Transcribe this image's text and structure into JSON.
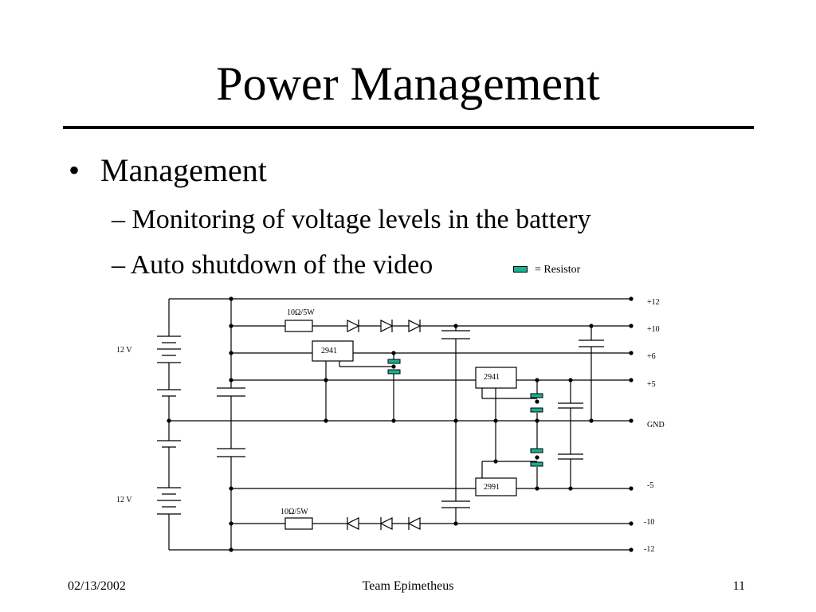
{
  "slide": {
    "title": "Power Management",
    "bullet": "Management",
    "sub_bullets": [
      "– Monitoring of voltage levels in the battery",
      "– Auto shutdown of the video"
    ],
    "legend": "= Resistor",
    "footer": {
      "date": "02/13/2002",
      "team": "Team Epimetheus",
      "page": "11"
    }
  },
  "circuit": {
    "battery_labels": [
      "12 V",
      "12 V"
    ],
    "rail_labels": [
      "+12",
      "+10",
      "+6",
      "+5",
      "GND",
      "-5",
      "-10",
      "-12"
    ],
    "chips": [
      "2941",
      "2941",
      "2991"
    ],
    "resistor_labels": [
      "10Ω/5W",
      "10Ω/5W"
    ],
    "resistor_color": "#1bb08f"
  }
}
